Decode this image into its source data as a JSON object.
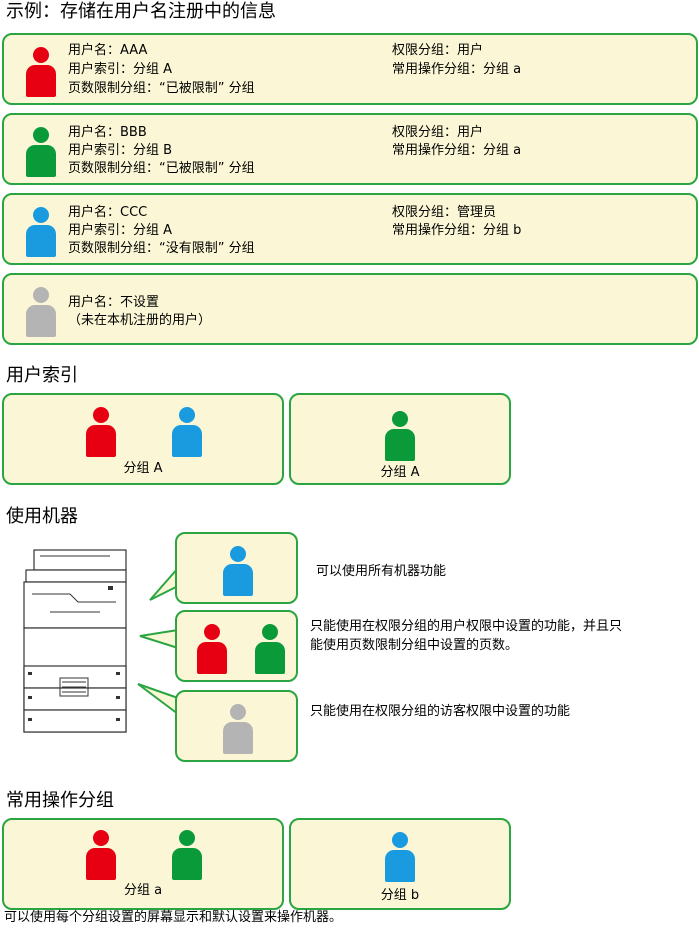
{
  "example": {
    "heading": "示例：存储在用户名注册中的信息",
    "users": [
      {
        "name": "用户名：AAA",
        "index": "用户索引：分组 A",
        "page_limit": "页数限制分组：“已被限制” 分组",
        "auth": "权限分组：用户",
        "favorite": "常用操作分组：分组 a",
        "color": "red"
      },
      {
        "name": "用户名：BBB",
        "index": "用户索引：分组 B",
        "page_limit": "页数限制分组：“已被限制” 分组",
        "auth": "权限分组：用户",
        "favorite": "常用操作分组：分组 a",
        "color": "green"
      },
      {
        "name": "用户名：CCC",
        "index": "用户索引：分组 A",
        "page_limit": "页数限制分组：“没有限制” 分组",
        "auth": "权限分组：管理员",
        "favorite": "常用操作分组：分组 b",
        "color": "blue"
      },
      {
        "name": "用户名：不设置",
        "note": "（未在本机注册的用户）",
        "color": "gray"
      }
    ]
  },
  "user_index": {
    "heading": "用户索引",
    "groups": [
      {
        "label": "分组 A",
        "members": [
          "red",
          "blue"
        ]
      },
      {
        "label": "分组 A",
        "members": [
          "green"
        ]
      }
    ]
  },
  "machine_use": {
    "heading": "使用机器",
    "items": [
      {
        "members": [
          "blue"
        ],
        "text": "可以使用所有机器功能"
      },
      {
        "members": [
          "red",
          "green"
        ],
        "text_line1": "只能使用在权限分组的用户权限中设置的功能，并且只",
        "text_line2": "能使用页数限制分组中设置的页数。"
      },
      {
        "members": [
          "gray"
        ],
        "text": "只能使用在权限分组的访客权限中设置的功能"
      }
    ]
  },
  "favorite_groups": {
    "heading": "常用操作分组",
    "groups": [
      {
        "label": "分组 a",
        "members": [
          "red",
          "green"
        ]
      },
      {
        "label": "分组 b",
        "members": [
          "blue"
        ]
      }
    ],
    "footer": "可以使用每个分组设置的屏幕显示和默认设置来操作机器。"
  },
  "colors": {
    "box_fill": "#fbf7d6",
    "box_border": "#2aa541",
    "red": "#e60012",
    "green": "#0a9a3a",
    "blue": "#1a9be0",
    "gray": "#b4b4b4"
  }
}
